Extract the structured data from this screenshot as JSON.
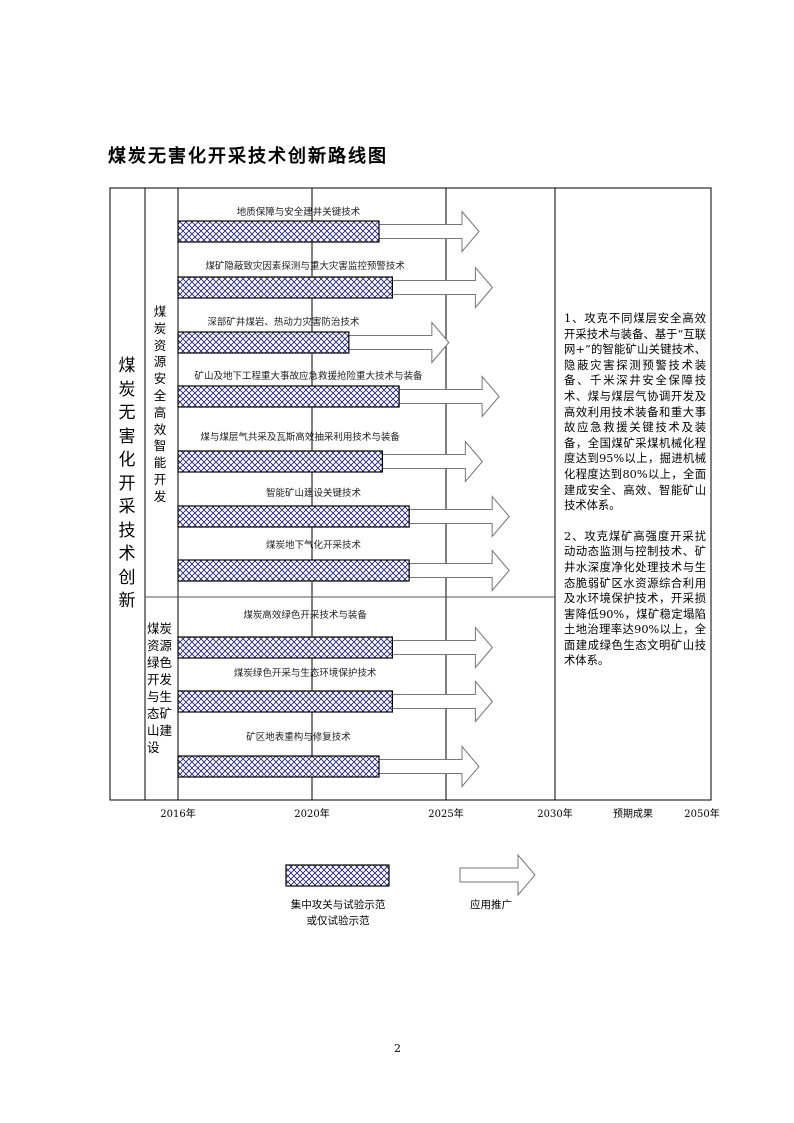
{
  "title": "煤炭无害化开采技术创新路线图",
  "main_title": "煤炭无害化开采技术创新",
  "categories": [
    {
      "name": "煤炭资源安全高效智能开发"
    },
    {
      "name": "煤炭资源绿色开发与生态矿山建设",
      "lines": [
        "煤炭",
        "资源",
        "绿色",
        "开发",
        "与生",
        "态矿",
        "山建",
        "设"
      ]
    }
  ],
  "axis": {
    "years": [
      "2016年",
      "2020年",
      "2025年",
      "2030年",
      "预期成果",
      "2050年"
    ],
    "start_year": 2016
  },
  "technologies": [
    {
      "label": "地质保障与安全建井关键技术",
      "end_year": 2022.0,
      "category": 0
    },
    {
      "label": "煤矿隐蔽致灾因素探测与重大灾害监控预警技术",
      "end_year": 2022.4,
      "category": 0
    },
    {
      "label": "深部矿井煤岩、热动力灾害防治技术",
      "end_year": 2021.1,
      "category": 0
    },
    {
      "label": "矿山及地下工程重大事故应急救援抢险重大技术与装备",
      "end_year": 2022.6,
      "category": 0
    },
    {
      "label": "煤与煤层气共采及瓦斯高效抽采利用技术与装备",
      "end_year": 2022.1,
      "category": 0
    },
    {
      "label": "智能矿山建设关键技术",
      "end_year": 2022.9,
      "category": 0
    },
    {
      "label": "煤炭地下气化开采技术",
      "end_year": 2022.9,
      "category": 0
    },
    {
      "label": "煤炭高效绿色开采技术与装备",
      "end_year": 2022.4,
      "category": 1
    },
    {
      "label": "煤炭绿色开采与生态环境保护技术",
      "end_year": 2022.4,
      "category": 1
    },
    {
      "label": "矿区地表重构与修复技术",
      "end_year": 2022.0,
      "category": 1
    }
  ],
  "results": [
    "1、攻克不同煤层安全高效开采技术与装备、基于“互联网+”的智能矿山关键技术、隐蔽灾害探测预警技术装备、千米深井安全保障技术、煤与煤层气协调开发及高效利用技术装备和重大事故应急救援关键技术及装备，全国煤矿采煤机械化程度达到95%以上，掘进机械化程度达到80%以上，全面建成安全、高效、智能矿山技术体系。",
    "2、攻克煤矿高强度开采扰动动态监测与控制技术、矿井水深度净化处理技术与生态脆弱矿区水资源综合利用及水环境保护技术，开采损害降低90%，煤矿稳定塌陷土地治理率达90%以上，全面建成绿色生态文明矿山技术体系。"
  ],
  "legend": {
    "bar_label_1": "集中攻关与试验示范",
    "bar_label_2": "或仅试验示范",
    "arrow_label": "应用推广"
  },
  "colors": {
    "hatch": "#1a1a7a",
    "arrow": "#777777"
  },
  "page_number": "2"
}
